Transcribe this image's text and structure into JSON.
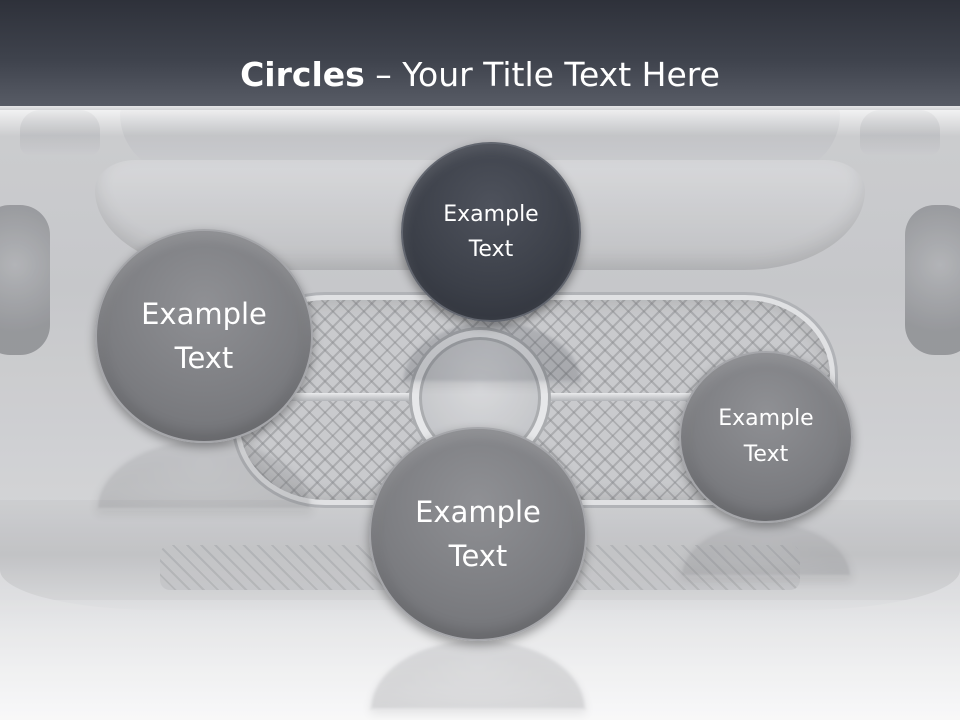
{
  "slide": {
    "title_bold": "Circles",
    "title_rest": " – Your Title Text Here"
  },
  "circles": [
    {
      "id": "top",
      "label": "Example\nText",
      "style": "dark"
    },
    {
      "id": "left",
      "label": "Example\nText",
      "style": "grey"
    },
    {
      "id": "bottom",
      "label": "Example\nText",
      "style": "grey"
    },
    {
      "id": "right",
      "label": "Example\nText",
      "style": "grey"
    }
  ],
  "colors": {
    "header": "#3f434d",
    "dark_circle": "#3b3f48",
    "grey_circle": "#7d7e82",
    "text": "#ffffff"
  }
}
